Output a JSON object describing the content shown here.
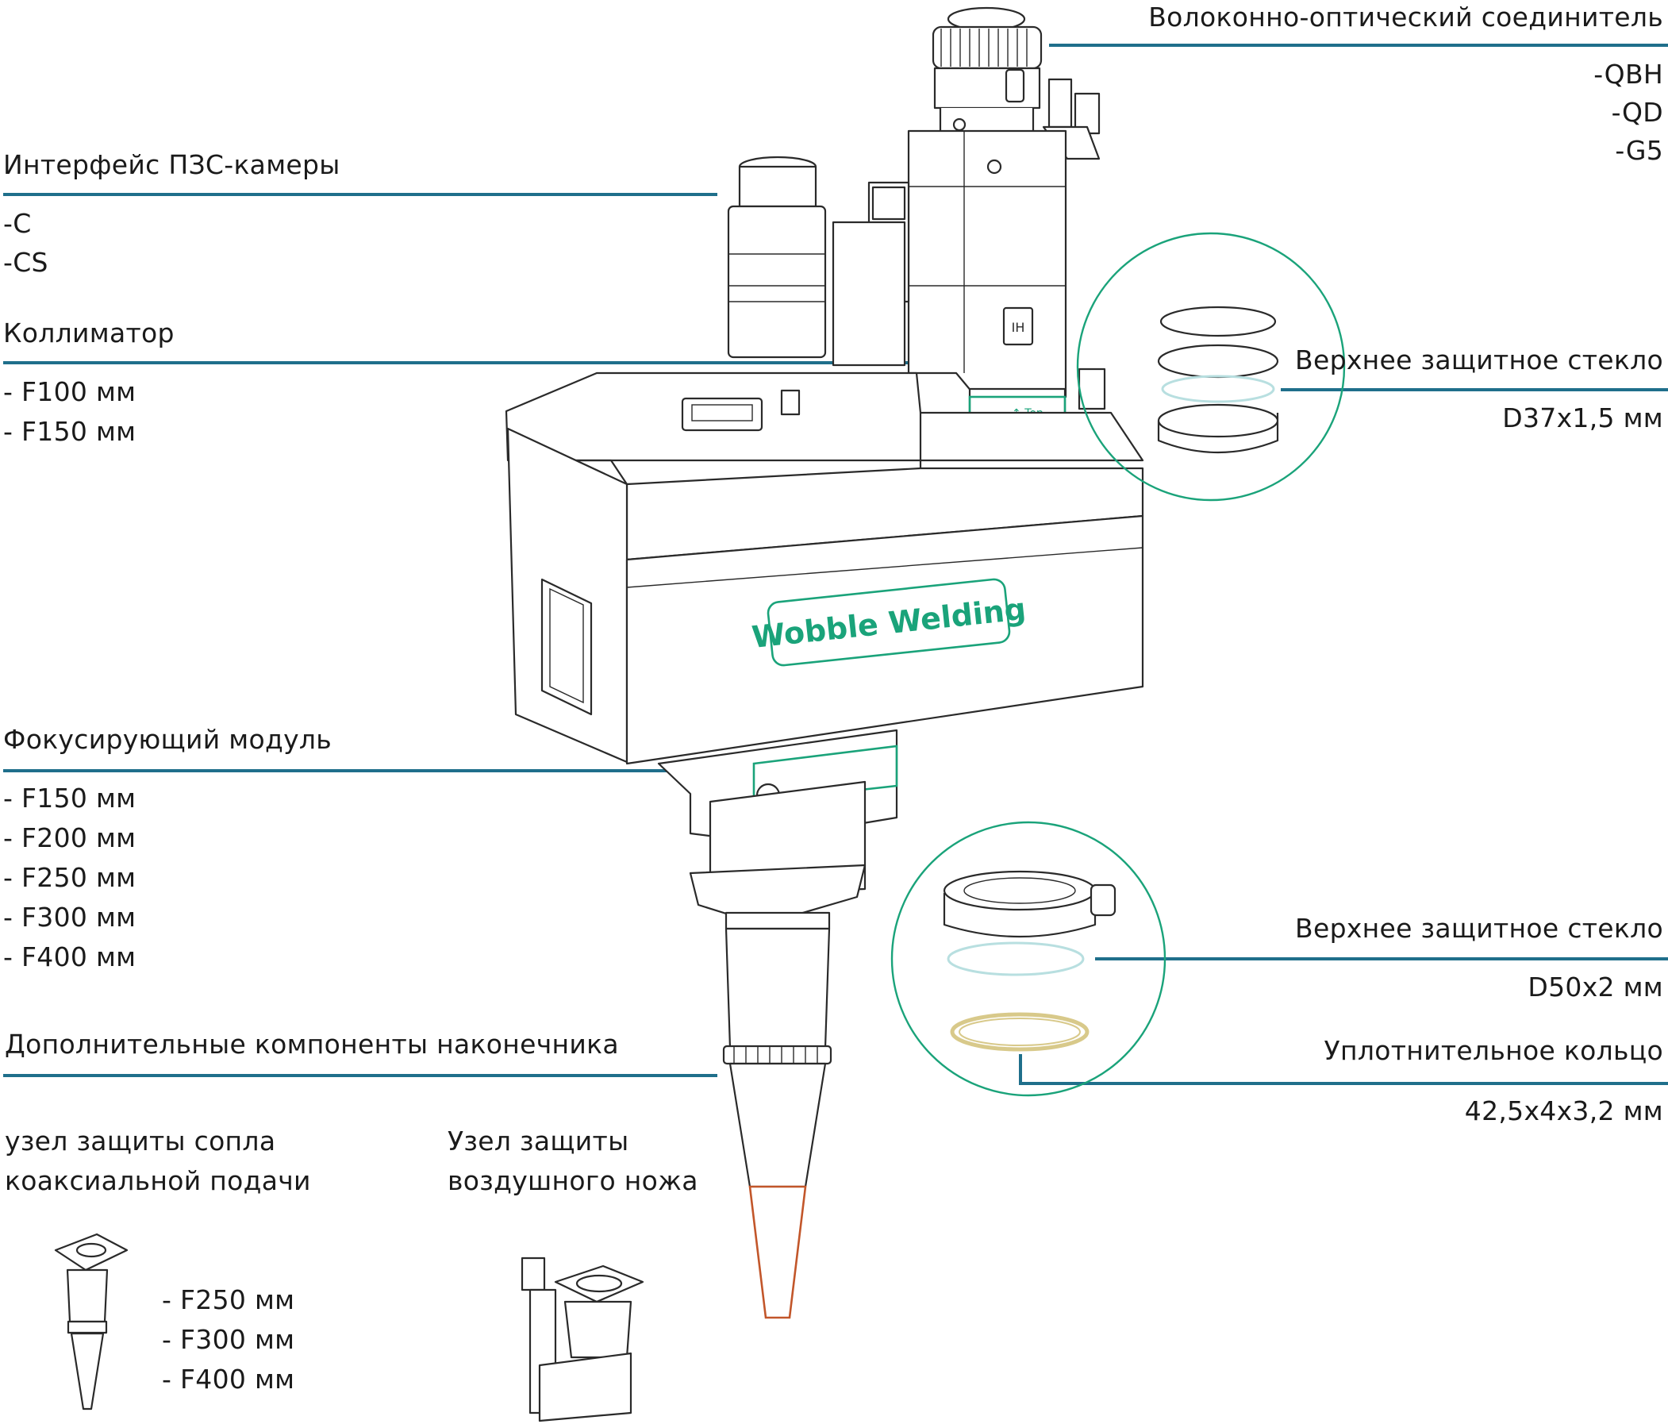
{
  "labels": {
    "fiber_connector": {
      "title": "Волоконно-оптический соединитель",
      "options": [
        "-QBH",
        "-QD",
        "-G5"
      ]
    },
    "ccd_interface": {
      "title": "Интерфейс ПЗС-камеры",
      "options": [
        "-C",
        "-CS"
      ]
    },
    "collimator": {
      "title": "Коллиматор",
      "options": [
        "- F100 мм",
        "- F150 мм"
      ]
    },
    "upper_glass_1": {
      "title": "Верхнее защитное стекло",
      "size": "D37x1,5 мм"
    },
    "focusing_module": {
      "title": "Фокусирующий модуль",
      "options": [
        "- F150 мм",
        "- F200 мм",
        "- F250 мм",
        "- F300 мм",
        "- F400 мм"
      ]
    },
    "upper_glass_2": {
      "title": "Верхнее защитное стекло",
      "size": "D50x2 мм"
    },
    "seal_ring": {
      "title": "Уплотнительное кольцо",
      "size": "42,5x4x3,2 мм"
    },
    "tip_components": {
      "title": "Дополнительные компоненты наконечника"
    },
    "coaxial_nozzle": {
      "title_line1": "узел защиты сопла",
      "title_line2": "коаксиальной подачи",
      "options": [
        "- F250 мм",
        "- F300 мм",
        "- F400 мм"
      ]
    },
    "air_knife": {
      "title_line1": "Узел защиты",
      "title_line2": "воздушного ножа"
    }
  },
  "device": {
    "logo_text": "Wobble Welding",
    "top_marker": "Top"
  },
  "colors": {
    "rule": "#1f6f8b",
    "accent_green": "#1aa37a",
    "nozzle_copper": "#c2562a",
    "seal_ring": "#d8c98a",
    "glass": "#b8dfe0"
  }
}
